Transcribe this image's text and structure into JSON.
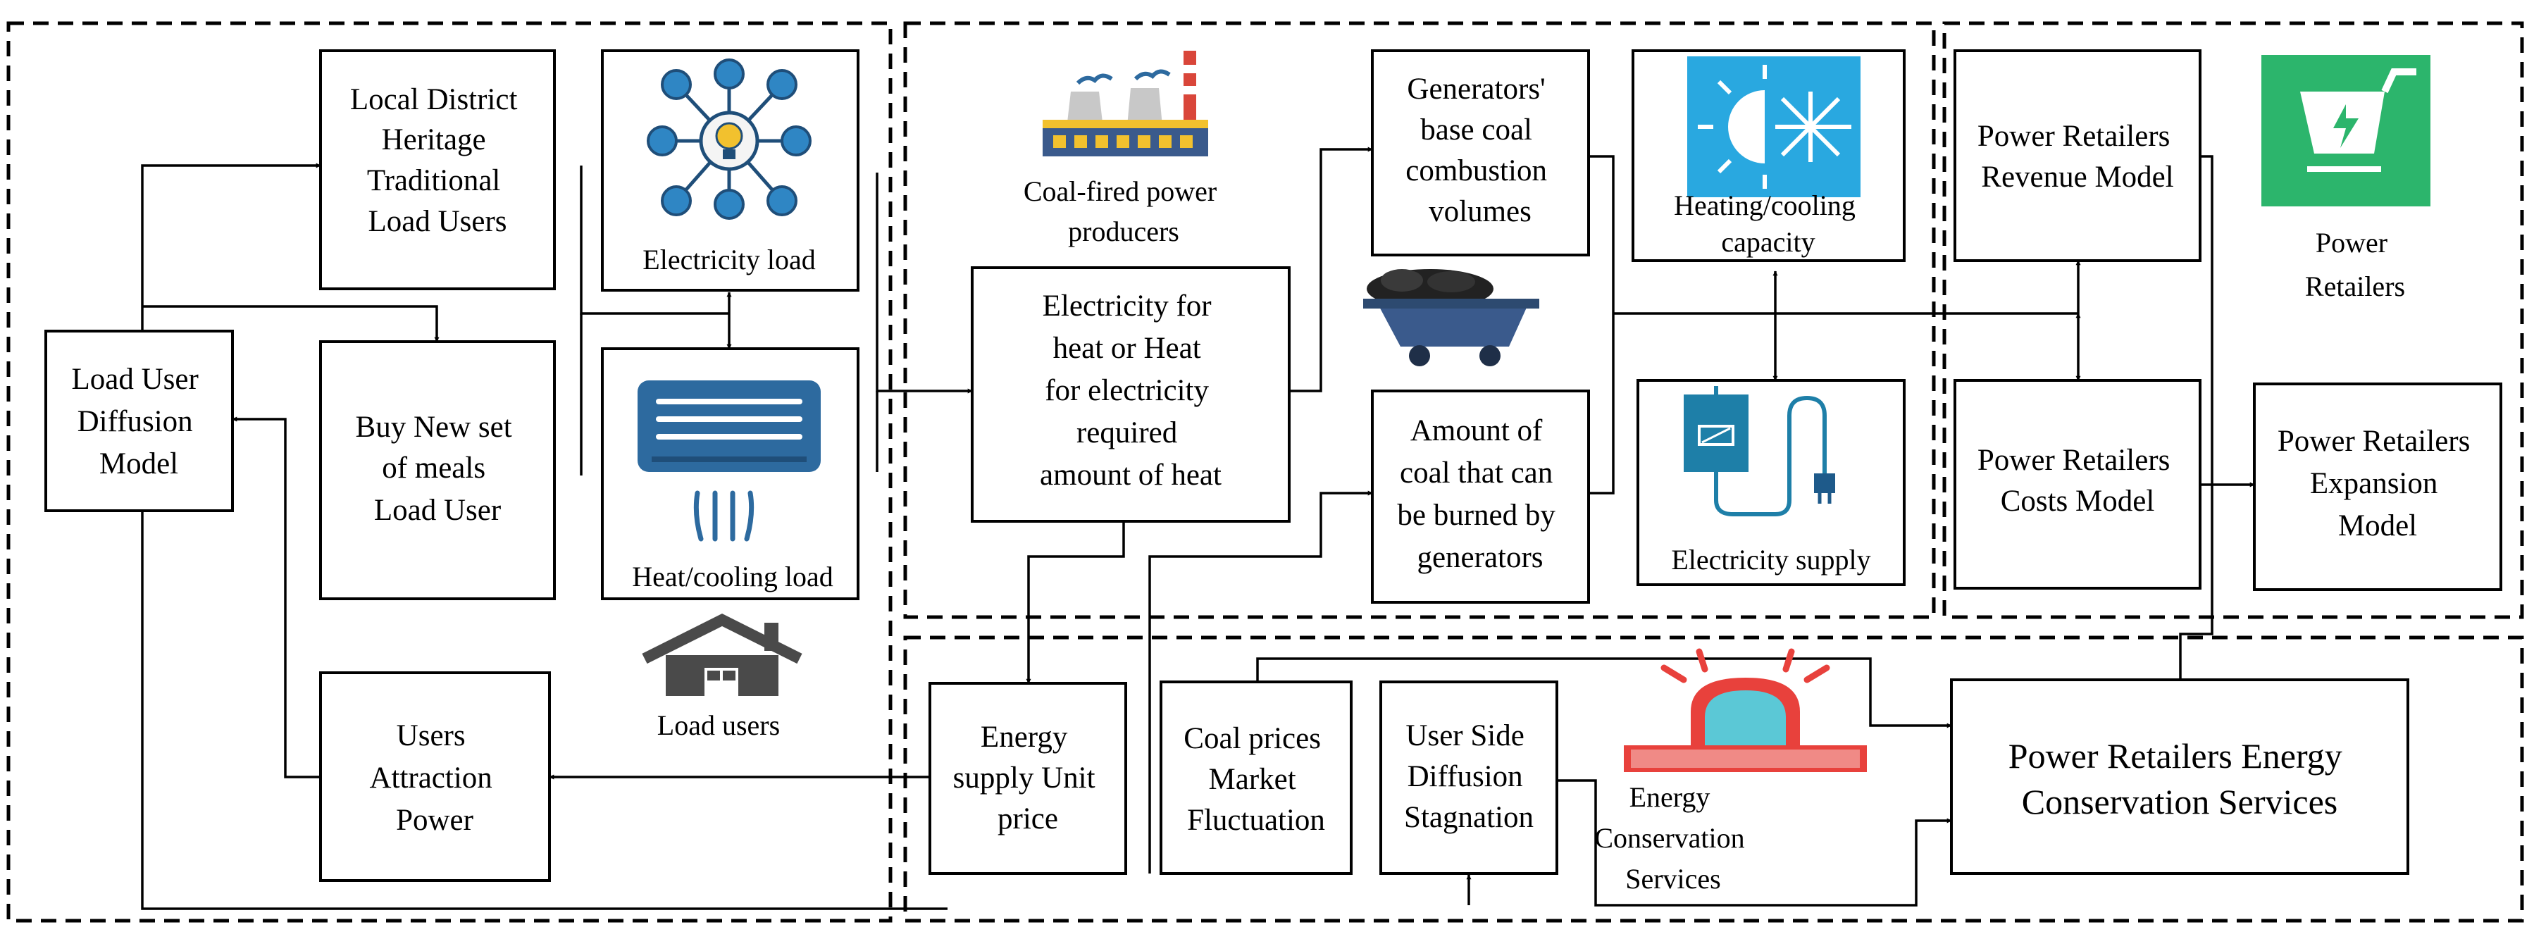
{
  "nodes": {
    "load_user_diffusion": [
      "Load User",
      "Diffusion",
      "Model"
    ],
    "heritage_users": [
      "Local District",
      "Heritage",
      "Traditional",
      "Load Users"
    ],
    "new_meals_user": [
      "Buy New set",
      "of meals",
      "Load User"
    ],
    "users_attraction": [
      "Users",
      "Attraction",
      "Power"
    ],
    "electricity_load": "Electricity load",
    "heat_cooling_load": "Heat/cooling load",
    "load_users": "Load users",
    "coal_fired": [
      "Coal-fired power",
      "producers"
    ],
    "heat_required": [
      "Electricity for",
      "heat or Heat",
      "for electricity",
      "required",
      "amount of heat"
    ],
    "base_coal": [
      "Generators'",
      "base coal",
      "combustion",
      "volumes"
    ],
    "coal_burned": [
      "Amount of",
      "coal that can",
      "be burned by",
      "generators"
    ],
    "heating_cooling_capacity": [
      "Heating/cooling",
      "capacity"
    ],
    "electricity_supply": "Electricity supply",
    "revenue_model": [
      "Power Retailers",
      "Revenue Model"
    ],
    "costs_model": [
      "Power Retailers",
      "Costs Model"
    ],
    "expansion_model": [
      "Power Retailers",
      "Expansion",
      "Model"
    ],
    "power_retailers": [
      "Power",
      "Retailers"
    ],
    "energy_unit_price": [
      "Energy",
      "supply Unit",
      "price"
    ],
    "coal_prices": [
      "Coal prices",
      "Market",
      "Fluctuation"
    ],
    "user_side": [
      "User Side",
      "Diffusion",
      "Stagnation"
    ],
    "conservation_icon_label": [
      "Energy",
      "Conservation",
      "Services"
    ],
    "conservation_services": [
      "Power Retailers  Energy",
      "Conservation Services"
    ]
  },
  "colors": {
    "line": "#000000",
    "icon_blue": "#2f86c4",
    "icon_dark": "#1f4e79",
    "ac_blue": "#2d6a9f",
    "sky_blue": "#29a8e0",
    "panel_blue": "#1e7fa8",
    "retailer_green": "#2cb56c",
    "house_gray": "#4a4a4a",
    "alarm_red": "#e8413c",
    "alarm_teal": "#5bc8d6",
    "factory_red": "#d9463a",
    "factory_gray": "#c8c8c8",
    "factory_blue": "#3a5a8c",
    "coal_black": "#222222"
  }
}
